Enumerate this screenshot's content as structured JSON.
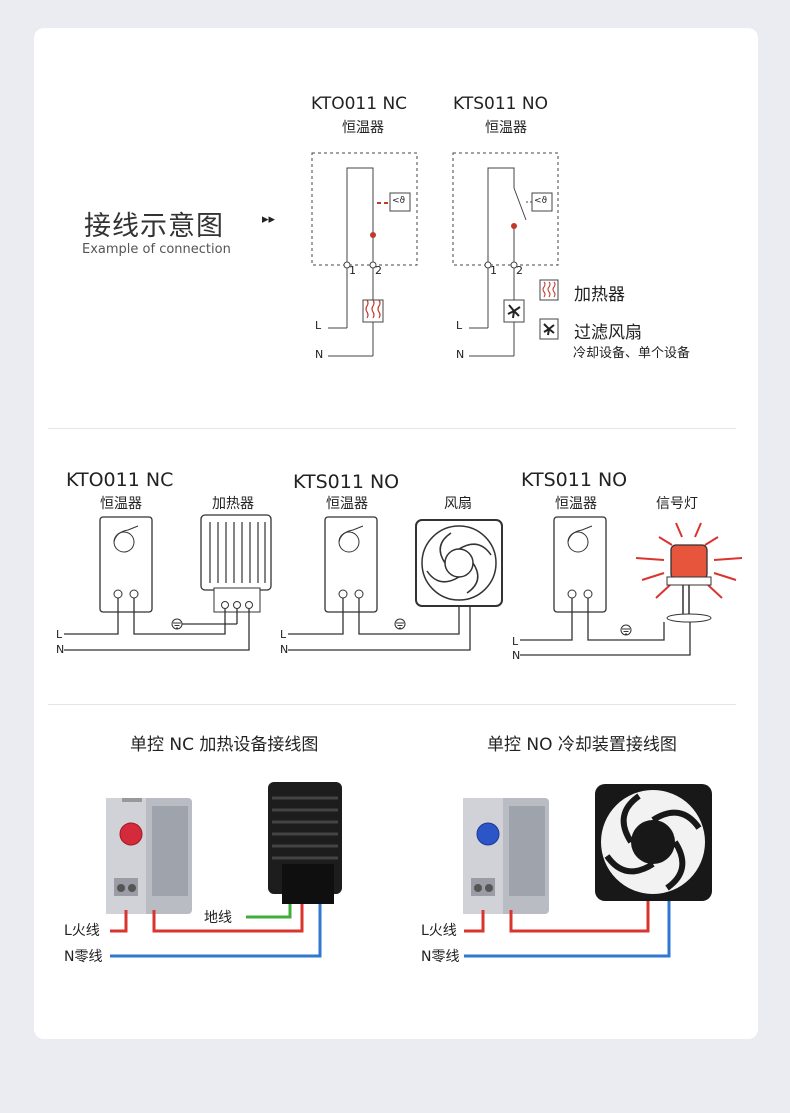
{
  "colors": {
    "background": "#eaecf2",
    "card": "#ffffff",
    "live_wire": "#d9352e",
    "neutral_wire": "#2f77d1",
    "earth_wire": "#3fae3a",
    "heater_icon": "#c0392b",
    "nc_dial": "#d42a3c",
    "no_dial": "#2c56c8"
  },
  "section1": {
    "title": "接线示意图",
    "subtitle": "Example of connection",
    "arrows": "▸▸",
    "left_unit": {
      "model": "KTO011 NC",
      "name": "恒温器"
    },
    "right_unit": {
      "model": "KTS011 NO",
      "name": "恒温器"
    },
    "terminal_1": "1",
    "terminal_2": "2",
    "line_L": "L",
    "line_N": "N",
    "sensor_symbol": "<ϑ",
    "legend": [
      {
        "icon": "heater-icon",
        "label": "加热器",
        "sub": ""
      },
      {
        "icon": "fan-icon",
        "label": "过滤风扇",
        "sub": "冷却设备、单个设备"
      }
    ]
  },
  "section2": {
    "diagrams": [
      {
        "model": "KTO011 NC",
        "left_label": "恒温器",
        "right_label": "加热器",
        "line_L": "L",
        "line_N": "N"
      },
      {
        "model": "KTS011 NO",
        "left_label": "恒温器",
        "right_label": "风扇",
        "line_L": "L",
        "line_N": "N"
      },
      {
        "model": "KTS011 NO",
        "left_label": "恒温器",
        "right_label": "信号灯",
        "line_L": "L",
        "line_N": "N"
      }
    ]
  },
  "section3": {
    "left": {
      "title": "单控 NC 加热设备接线图",
      "live": "L火线",
      "neutral": "N零线",
      "earth": "地线"
    },
    "right": {
      "title": "单控 NO 冷却装置接线图",
      "live": "L火线",
      "neutral": "N零线"
    }
  }
}
